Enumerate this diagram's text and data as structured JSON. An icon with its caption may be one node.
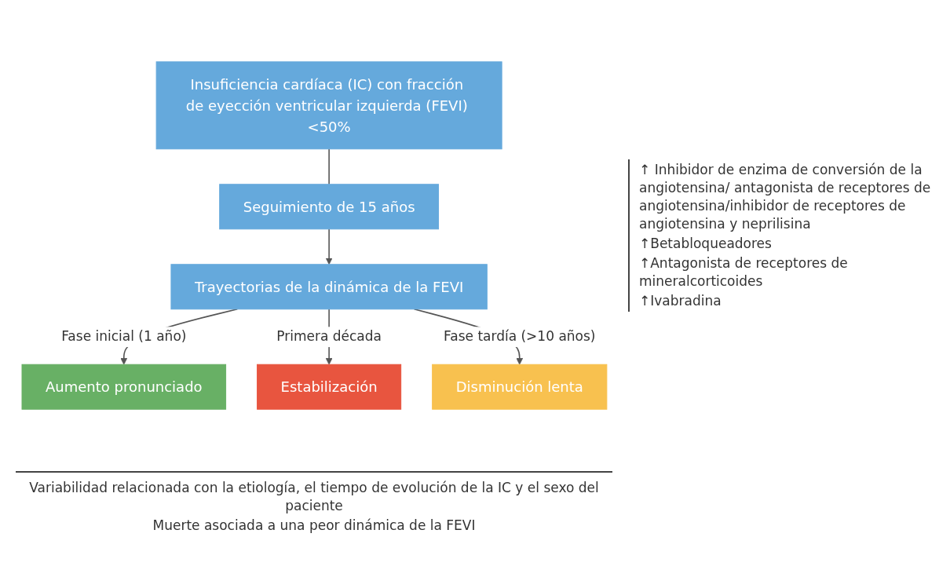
{
  "diagram": {
    "nodes": [
      {
        "text": [
          "Insuficiencia cardíaca (IC) con fracción de eyección ventricular izquierda (FEVI) <50%"
        ]
      },
      {
        "text": [
          "Seguimiento de 15 años"
        ]
      },
      {
        "text": [
          "Trayectorias de la dinámica de la FEVI"
        ]
      },
      {
        "text": [
          "Aumento pronunciado"
        ]
      },
      {
        "text": [
          "Estabilización"
        ]
      },
      {
        "text": [
          "Disminución lenta"
        ]
      }
    ],
    "edges": [
      {
        "from": 0,
        "to": 1,
        "arrow": "none"
      },
      {
        "from": 1,
        "to": 2,
        "arrow": "to"
      },
      {
        "from": 2,
        "to": 3,
        "arrow": "to",
        "label": "Fase inicial (1 año)"
      },
      {
        "from": 2,
        "to": 4,
        "arrow": "to",
        "label": "Primera década"
      },
      {
        "from": 2,
        "to": 5,
        "arrow": "to",
        "label": "Fase tardía (>10 años)"
      }
    ],
    "labels": [
      "↑ Inhibidor de enzima de conversión de la angiotensina/ antagonista de receptores de angiotensina/inhibidor de receptores de angiotensina y neprilisina",
      "↑Betabloqueadores",
      "↑Antagonista de receptores de mineralcorticoides",
      "↑Ivabradina",
      "Variabilidad relacionada con la etiología, el tiempo de evolución de la IC y el sexo del paciente",
      "Muerte asociada a una peor dinámica de la FEVI"
    ]
  }
}
